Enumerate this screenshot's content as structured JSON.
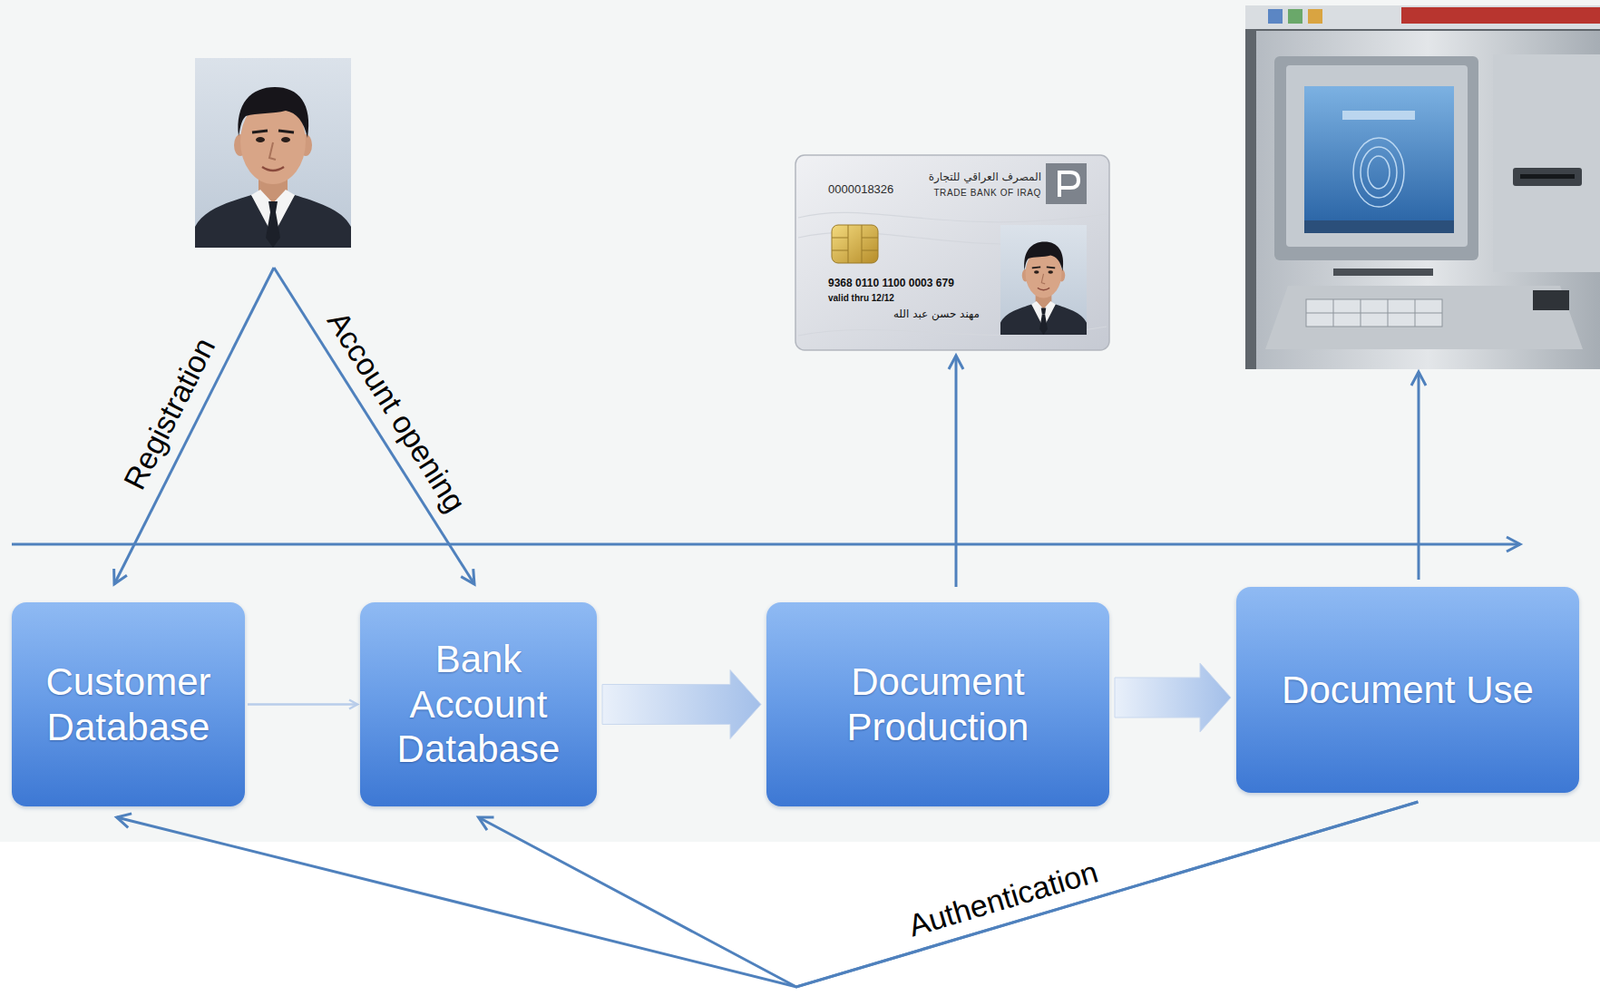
{
  "diagram": {
    "nodes": [
      {
        "text": [
          "Customer Database"
        ]
      },
      {
        "text": [
          "Bank Account Database"
        ]
      },
      {
        "text": [
          "Document Production"
        ]
      },
      {
        "text": [
          "Document Use"
        ]
      }
    ],
    "edges": [
      {
        "from": 0,
        "to": 1,
        "arrow": "to"
      },
      {
        "from": 1,
        "to": 2,
        "arrow": "to"
      },
      {
        "from": 2,
        "to": 3,
        "arrow": "to"
      },
      {
        "from": 3,
        "to": 0,
        "arrow": "to",
        "label": "Authentication"
      },
      {
        "from": 3,
        "to": 1,
        "arrow": "to"
      }
    ],
    "labels": [
      "Registration",
      "Account opening",
      "0000018326",
      "المصرف العراقي للتجارة",
      "TRADE BANK OF IRAQ",
      "9368 0110 1100 0003 679",
      "valid thru 12/12",
      "مهند حسن عبد الله"
    ]
  }
}
